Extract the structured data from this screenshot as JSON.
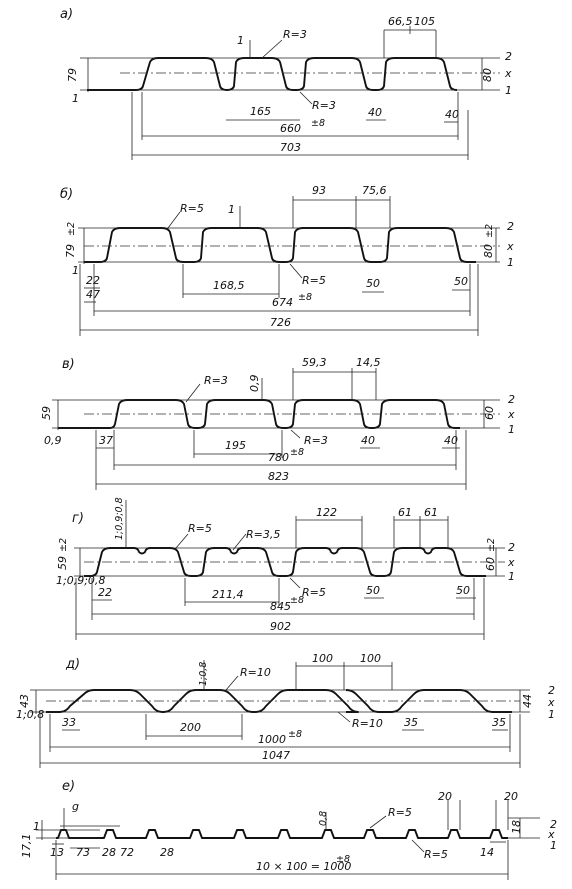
{
  "panels": [
    {
      "id": "a",
      "letter": "а)",
      "dims": {
        "pitch": "165",
        "total_line1": "660",
        "total_tol": "±8",
        "total_line2": "703",
        "top": "66,5",
        "rib": "105",
        "height": "79",
        "height_tol": "",
        "depth": "80",
        "depth_tol": "",
        "thickness": "1",
        "bottom1": "40",
        "bottom2": "40"
      },
      "radius": "R=3",
      "radius2": "R=3"
    },
    {
      "id": "b",
      "letter": "б)",
      "dims": {
        "pitch": "168,5",
        "total_line1": "674",
        "total_tol": "±8",
        "total_line2": "726",
        "top": "93",
        "rib": "75,6",
        "height": "79",
        "height_tol": "±2",
        "depth": "80",
        "depth_tol": "±2",
        "thickness": "1",
        "bottom1": "50",
        "bottom2": "50",
        "edge1": "22",
        "edge2": "47"
      },
      "radius": "R=5",
      "radius2": "R=5"
    },
    {
      "id": "v",
      "letter": "в)",
      "dims": {
        "pitch": "195",
        "total_line1": "780",
        "total_tol": "±8",
        "total_line2": "823",
        "top": "59,3",
        "rib": "14,5",
        "height": "59",
        "height_tol": "",
        "depth": "60",
        "depth_tol": "",
        "thickness": "0,9",
        "bottom1": "40",
        "bottom2": "40",
        "edge1": "37"
      },
      "radius": "R=3",
      "radius2": "R=3"
    },
    {
      "id": "g",
      "letter": "г)",
      "dims": {
        "pitch": "211,4",
        "total_line1": "845",
        "total_tol": "±8",
        "total_line2": "902",
        "top": "122",
        "rib": "61",
        "rib2": "61",
        "height": "59",
        "height_tol": "±2",
        "depth": "60",
        "depth_tol": "±2",
        "thickness": "1;0,9;0,8",
        "bottom1": "50",
        "bottom2": "50",
        "edge1": "22"
      },
      "radius": "R=5",
      "radius2": "R=5",
      "radius3": "R=3,5"
    },
    {
      "id": "d",
      "letter": "д)",
      "dims": {
        "pitch": "200",
        "total_line1": "1000",
        "total_tol": "±8",
        "total_line2": "1047",
        "top": "100",
        "rib": "100",
        "height": "43",
        "height_tol": "",
        "depth": "44",
        "depth_tol": "",
        "thickness": "1;0,8",
        "bottom1": "35",
        "bottom2": "35",
        "edge1": "33"
      },
      "radius": "R=10",
      "radius2": "R=10"
    },
    {
      "id": "e",
      "letter": "е)",
      "dims": {
        "total_line1": "10 × 100 = 1000",
        "total_tol": "±8",
        "height": "17,1",
        "depth": "18",
        "thickness": "0,8",
        "edge1": "13",
        "s73": "73",
        "s28a": "28",
        "s72": "72",
        "s28b": "28",
        "right14": "14",
        "top20a": "20",
        "top20b": "20",
        "g": "g",
        "one": "1"
      },
      "radius": "R=5",
      "radius2": "R=5"
    }
  ],
  "axis_marks": {
    "top": "2",
    "mid": "x",
    "bottom": "1"
  }
}
